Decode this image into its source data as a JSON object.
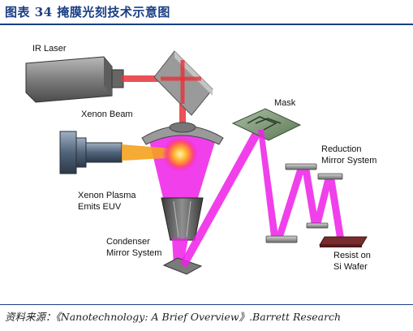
{
  "header": {
    "title": "图表 34   掩膜光刻技术示意图"
  },
  "diagram": {
    "labels": {
      "ir_laser": "IR Laser",
      "xenon_beam": "Xenon Beam",
      "xenon_plasma_1": "Xenon Plasma",
      "xenon_plasma_2": "Emits EUV",
      "condenser_1": "Condenser",
      "condenser_2": "Mirror System",
      "mask": "Mask",
      "reduction_1": "Reduction",
      "reduction_2": "Mirror System",
      "resist_1": "Resist on",
      "resist_2": "Si Wafer"
    },
    "colors": {
      "laser": "#e8323a",
      "euv": "#ee1fe8",
      "xenon_beam": "#f5a21e",
      "mask": "#6f8e6a",
      "mirror": "#8c8c8c",
      "wafer": "#7a2b2b"
    }
  },
  "footer": {
    "source": "资料来源：《Nanotechnology: A Brief Overview》.Barrett Research"
  }
}
